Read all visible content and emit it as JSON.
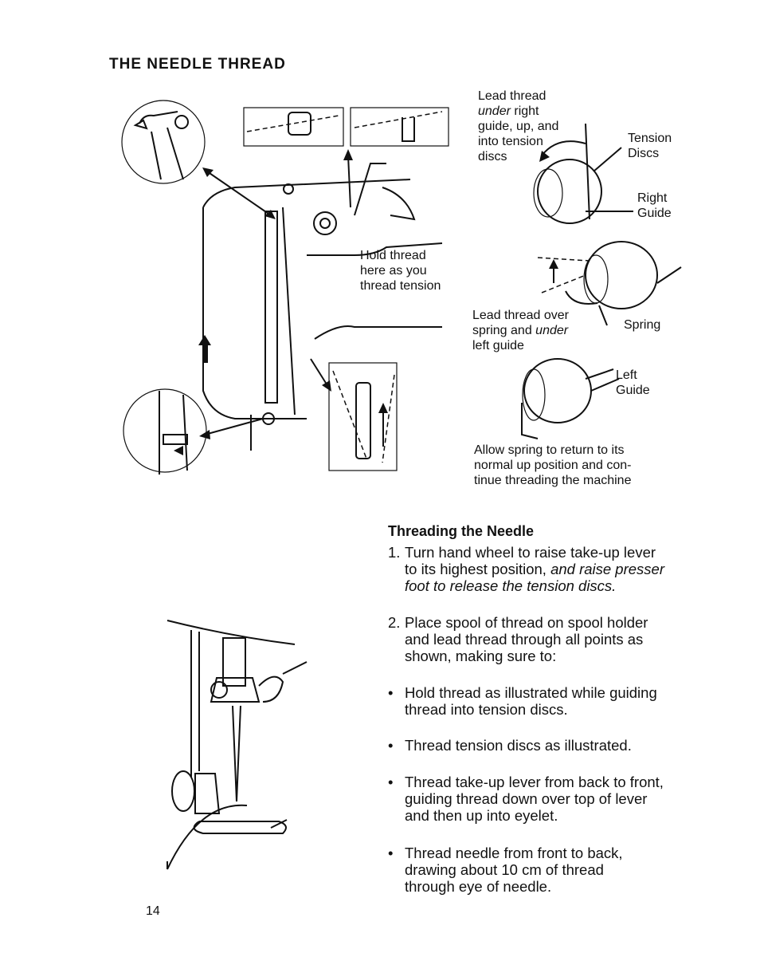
{
  "page": {
    "title": "THE NEEDLE THREAD",
    "page_number": "14"
  },
  "figure_captions": {
    "hold_thread": [
      "Hold thread",
      "here as you",
      "thread tension"
    ],
    "lead_under_right_a": "Lead thread",
    "lead_under_right_b_italic": "under",
    "lead_under_right_b_rest": " right",
    "lead_under_right_c": "guide, up, and",
    "lead_under_right_d": "into tension",
    "lead_under_right_e": "discs",
    "tension_discs": [
      "Tension",
      "Discs"
    ],
    "right_guide": [
      "Right",
      "Guide"
    ],
    "lead_over_spring_a": "Lead thread over",
    "lead_over_spring_b": "spring and ",
    "lead_over_spring_b_italic": "under",
    "lead_over_spring_c": "left guide",
    "spring": "Spring",
    "left_guide": [
      "Left",
      "Guide"
    ],
    "allow_spring": [
      "Allow spring to return to its",
      "normal up position and con-",
      "tinue threading the machine"
    ]
  },
  "section": {
    "heading": "Threading the Needle",
    "steps": [
      {
        "number": "1.",
        "lines": [
          "Turn hand wheel to raise take-up lever",
          "to its highest position, "
        ],
        "italic_a": "and raise presser",
        "italic_b": "foot to release the tension discs."
      },
      {
        "number": "2.",
        "lines": [
          "Place spool of thread on spool holder",
          "and lead thread through all points as",
          "shown, making sure to:"
        ]
      }
    ],
    "bullet_symbol": "•",
    "bullets": [
      [
        "Hold thread as illustrated while guiding",
        "thread into tension discs."
      ],
      [
        "Thread tension discs as illustrated."
      ],
      [
        "Thread take-up lever from back to front,",
        "guiding thread down over top of lever",
        "and then up into eyelet."
      ],
      [
        "Thread needle from front to back,",
        "drawing about 10 cm of thread",
        "through eye of needle."
      ]
    ]
  }
}
